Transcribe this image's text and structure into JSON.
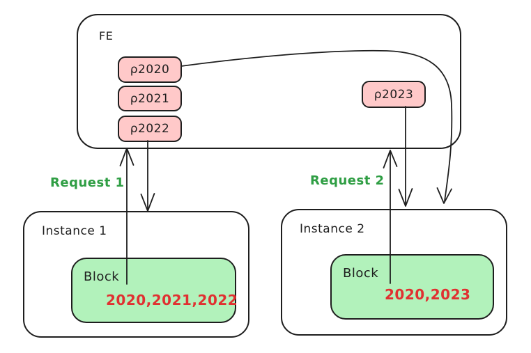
{
  "colors": {
    "stroke": "#1e1e1e",
    "pill_fill": "#ffc9c9",
    "block_fill": "#b2f2bb",
    "years_text": "#e03131",
    "request_text": "#2f9e44",
    "background": "#ffffff"
  },
  "fe": {
    "label": "FE",
    "partitions": [
      {
        "label": "ρ2020"
      },
      {
        "label": "ρ2021"
      },
      {
        "label": "ρ2022"
      },
      {
        "label": "ρ2023"
      }
    ]
  },
  "requests": [
    {
      "label": "Request 1"
    },
    {
      "label": "Request 2"
    }
  ],
  "instances": [
    {
      "label": "Instance 1",
      "block": {
        "label": "Block",
        "contents": "2020,2021,2022"
      }
    },
    {
      "label": "Instance 2",
      "block": {
        "label": "Block",
        "contents": "2020,2023"
      }
    }
  ]
}
